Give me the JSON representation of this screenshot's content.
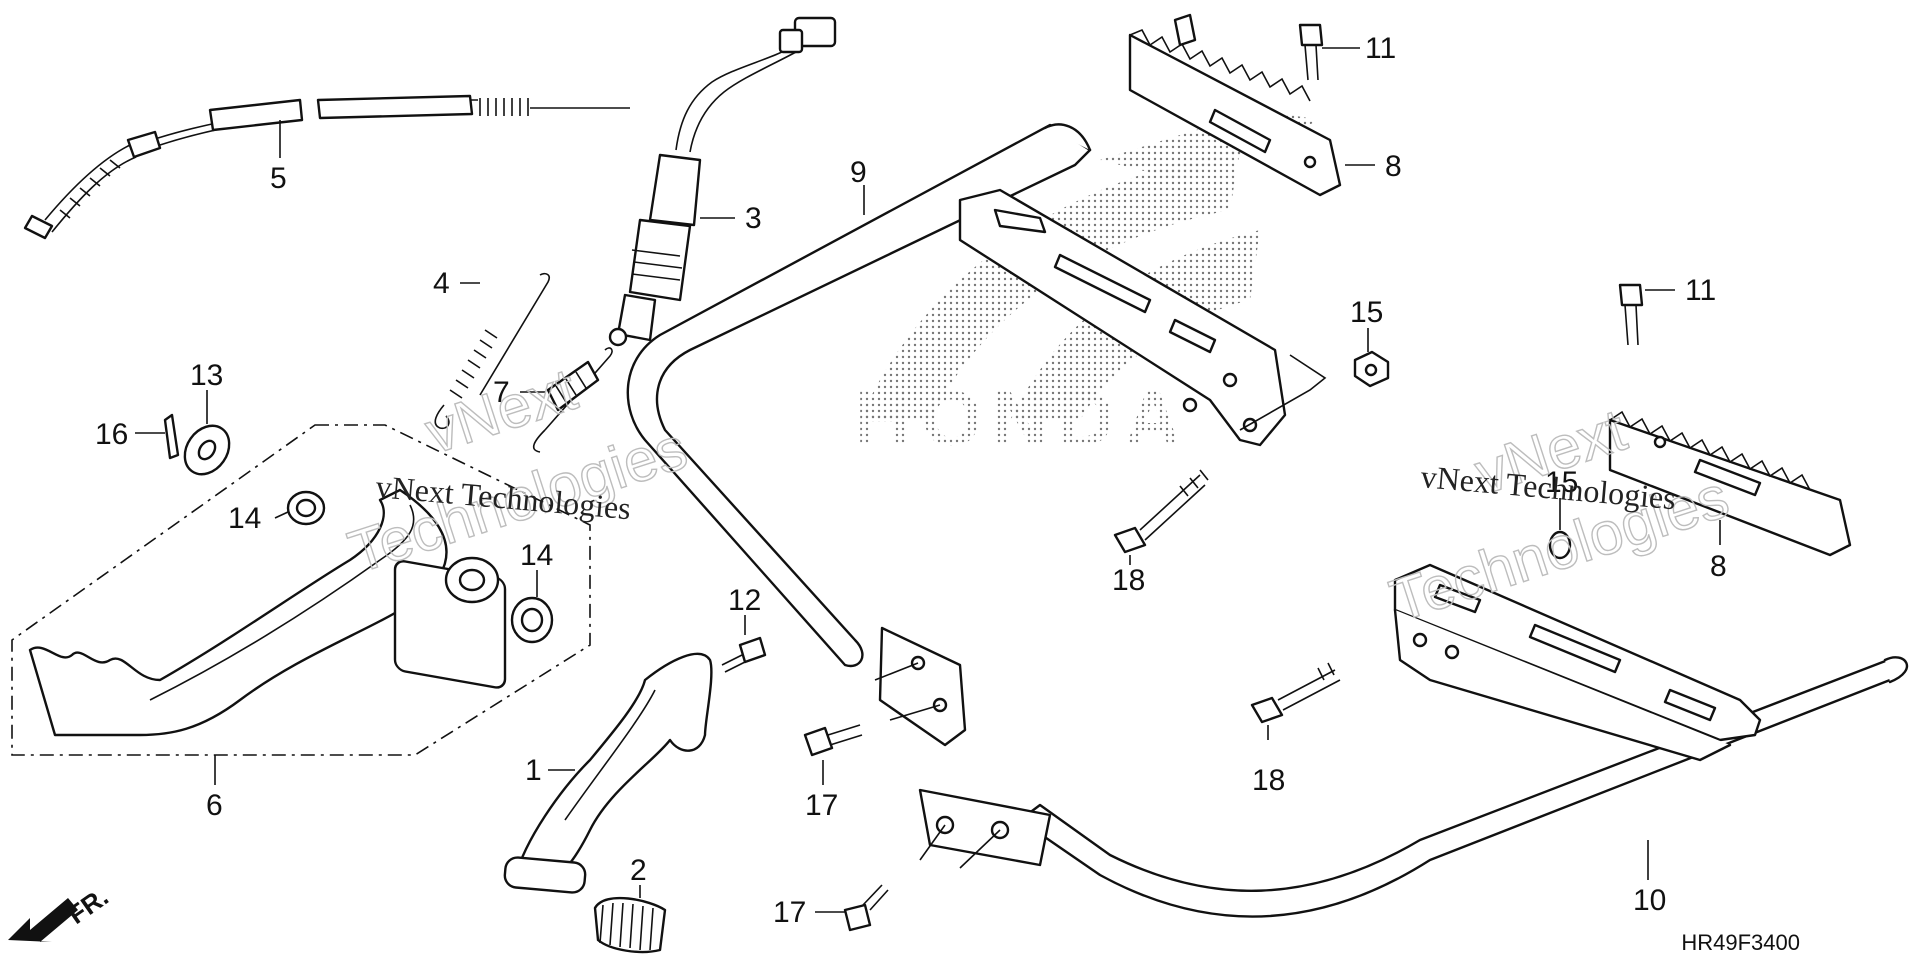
{
  "diagram": {
    "callouts": {
      "c1": "1",
      "c2": "2",
      "c3": "3",
      "c4": "4",
      "c5": "5",
      "c6": "6",
      "c7": "7",
      "c8a": "8",
      "c8b": "8",
      "c9": "9",
      "c10": "10",
      "c11a": "11",
      "c11b": "11",
      "c12": "12",
      "c13": "13",
      "c14a": "14",
      "c14b": "14",
      "c15a": "15",
      "c15b": "15",
      "c16": "16",
      "c17a": "17",
      "c17b": "17",
      "c18a": "18",
      "c18b": "18"
    },
    "brand_logo_text": "HONDA",
    "watermark": {
      "line1": "vNext Technologies",
      "ghost_top": "vNext",
      "ghost_bottom": "Technologies"
    },
    "front_indicator": "FR.",
    "diagram_code": "HR49F3400",
    "colors": {
      "line": "#111111",
      "background": "#ffffff",
      "watermark_ghost": "#bdbdbd"
    }
  }
}
